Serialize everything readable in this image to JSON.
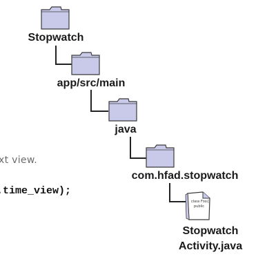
{
  "tree": {
    "folders": [
      {
        "label": "Stopwatch",
        "icon": "folder-icon"
      },
      {
        "label": "app/src/main",
        "icon": "folder-icon"
      },
      {
        "label": "java",
        "icon": "folder-icon"
      },
      {
        "label": "com.hfad.stopwatch",
        "icon": "folder-icon"
      }
    ],
    "file": {
      "label_line1": "Stopwatch",
      "label_line2": "Activity.java",
      "icon": "java-file-icon",
      "icon_text_line1": "class Foo{",
      "icon_text_line2": "public"
    }
  },
  "side_note": {
    "handwritten": "xt view.",
    "code": "d.time_view);"
  },
  "colors": {
    "folder_fill": "#c9c9ea",
    "folder_stroke": "#3a3a3a",
    "connector": "#222222",
    "note_gray": "#6b6b6b"
  }
}
